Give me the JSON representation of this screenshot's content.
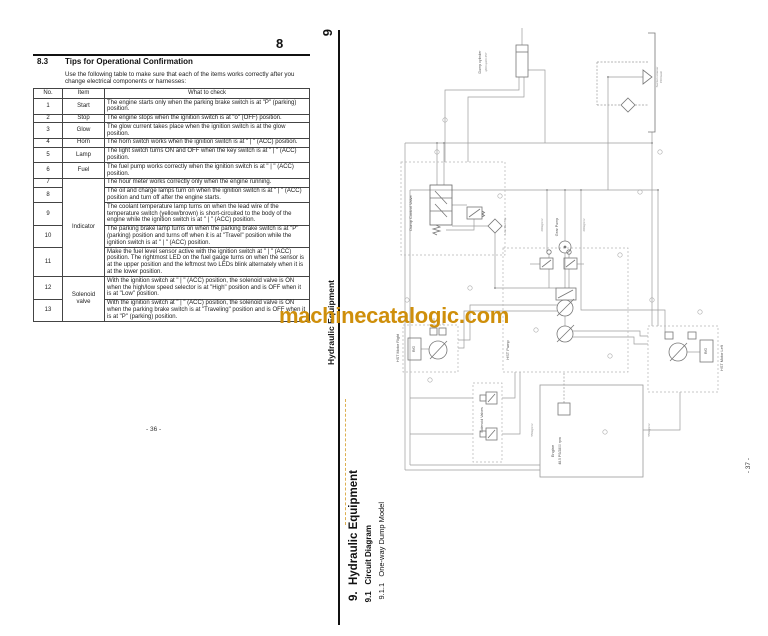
{
  "watermark": {
    "text": "machinecatalogic.com",
    "color": "#cf8f0b"
  },
  "left_page": {
    "page_number_header": "8",
    "section_number": "8.3",
    "section_title": "Tips for Operational Confirmation",
    "intro": "Use the following table to make sure that each of the items works correctly after you change electrical components or harnesses:",
    "page_number_footer": "- 36 -",
    "table": {
      "headers": [
        "No.",
        "Item",
        "What to check"
      ],
      "rows": [
        {
          "no": "1",
          "item": "Start",
          "rowspan": 1,
          "check": "The engine starts only when the parking brake switch is at \"P\" (parking) position."
        },
        {
          "no": "2",
          "item": "Stop",
          "rowspan": 1,
          "check": "The engine stops when the ignition switch is at \"o\" (OFF) position."
        },
        {
          "no": "3",
          "item": "Glow",
          "rowspan": 1,
          "check": "The glow current takes place when the ignition switch is at the glow position."
        },
        {
          "no": "4",
          "item": "Horn",
          "rowspan": 1,
          "check": "The horn switch works when the ignition switch is at \" | \" (ACC) position."
        },
        {
          "no": "5",
          "item": "Lamp",
          "rowspan": 1,
          "check": "The light switch turns ON and OFF when the key switch is at \" | \" (ACC) position."
        },
        {
          "no": "6",
          "item": "Fuel",
          "rowspan": 1,
          "check": "The fuel pump works correctly when the ignition switch is at \" | \" (ACC) position."
        },
        {
          "no": "7",
          "item": "Indicator",
          "rowspan": 5,
          "check": "The hour meter works correctly only when the engine running."
        },
        {
          "no": "8",
          "item": null,
          "check": "The oil and charge lamps turn on when the ignition switch is at \" | \" (ACC) position and turn off after the engine starts."
        },
        {
          "no": "9",
          "item": null,
          "check": "The coolant temperature lamp turns on when the lead wire of the temperature switch (yellow/brown) is short-circuited to the body of the engine while the ignition switch is at \" | \" (ACC) position."
        },
        {
          "no": "10",
          "item": null,
          "check": "The parking brake lamp turns on when the parking brake switch is at \"P\" (parking) position and turns off when it is at \"Travel\" position while the ignition switch is at \" | \" (ACC) position."
        },
        {
          "no": "11",
          "item": null,
          "check": "Make the fuel level sensor active with the ignition switch at \" | \" (ACC) position. The rightmost LED on the fuel gauge turns on when the sensor is at the upper position and the leftmost two LEDs blink alternately when it is at the lower position."
        },
        {
          "no": "12",
          "item": "Solenoid valve",
          "rowspan": 2,
          "check": "With the ignition switch at \" | \" (ACC) position, the solenoid valve is ON when the high/low speed selector is at \"High\" position and is OFF when it is at \"Low\" position."
        },
        {
          "no": "13",
          "item": null,
          "check": "With the ignition switch at \" | \" (ACC) position, the solenoid valve is ON when the parking brake switch is at \"Traveling\" position and is OFF when it is at \"P\" (parking) position."
        }
      ]
    }
  },
  "right_page": {
    "page_number_header": "9",
    "running_head": "Hydraulic Equipment",
    "heading1": "9.  Hydraulic Equipment",
    "heading2": "9.1   Circuit Diagram",
    "heading3": "9.1.1   One-way Dump Model",
    "page_number_footer": "- 37 -",
    "diagram": {
      "dump_cylinder": "Dump cylinder",
      "dump_cylinder_spec": "φ50×φ30×457",
      "dump_control_valve": "Dump Control Valve",
      "line_filter": "Line filter 70μ",
      "suction_strainer_1": "Suction strainer",
      "suction_strainer_2": "150mesh",
      "gear_pump": "Gear Pump",
      "hst_pump": "HST Pump",
      "solenoid_valves": "Solenoid Valves",
      "hst_motor_right": "HST Motor Right",
      "hst_motor_left": "HST Motor Left",
      "gearbox_right": "R/G",
      "gearbox_left": "R/G",
      "engine_name": "Engine",
      "engine_spec": "48.5 PS/2800 rpm",
      "pressure_top_left": "200kg/cm²",
      "pressure_top_right": "200kg/cm²",
      "pressure_bottom_left": "550kg/cm²",
      "pressure_bottom_right": "550kg/cm²"
    }
  }
}
